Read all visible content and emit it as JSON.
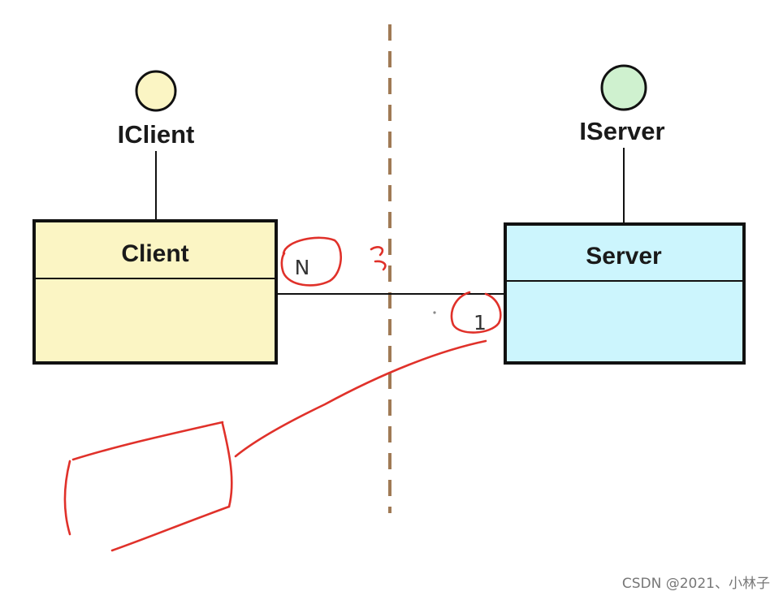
{
  "client_interface": {
    "label": "IClient",
    "color": "#FBF5C4"
  },
  "server_interface": {
    "label": "IServer",
    "color": "#CFF1CF"
  },
  "client_class": {
    "title": "Client",
    "color": "#FBF5C4"
  },
  "server_class": {
    "title": "Server",
    "color": "#CCF5FD"
  },
  "association": {
    "client_multiplicity": "N",
    "server_multiplicity": "1"
  },
  "colors": {
    "outline": "#111111",
    "boundary": "#A07A55",
    "annotation": "#E0312A"
  },
  "watermark": "CSDN @2021、小林子"
}
